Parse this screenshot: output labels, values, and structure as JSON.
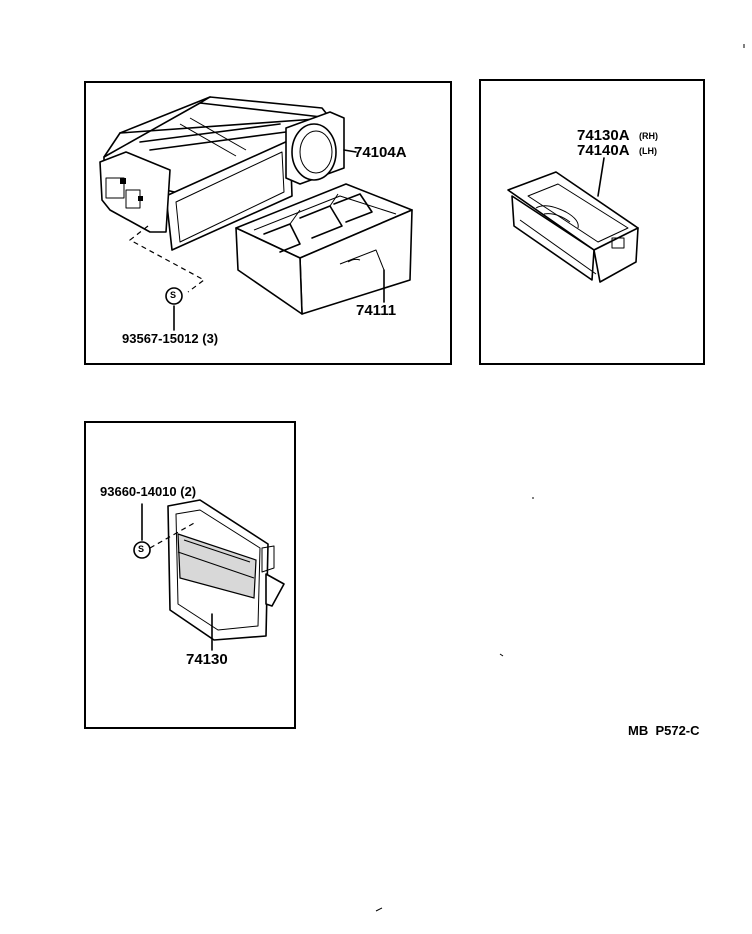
{
  "diagram": {
    "panels": [
      {
        "id": "console-box",
        "labels": {
          "box": "74104A",
          "tray": "74111",
          "screw": "93567-15012 (3)"
        },
        "symbols": {
          "screw": "S"
        }
      },
      {
        "id": "ashtray-side",
        "labels": {
          "rh_part": "74130A",
          "rh_side": "(RH)",
          "lh_part": "74140A",
          "lh_side": "(LH)"
        }
      },
      {
        "id": "ashtray-rear",
        "labels": {
          "screw": "93660-14010 (2)",
          "ashtray": "74130"
        },
        "symbols": {
          "screw": "S"
        }
      }
    ],
    "figure_code": "MB  P572-C"
  }
}
